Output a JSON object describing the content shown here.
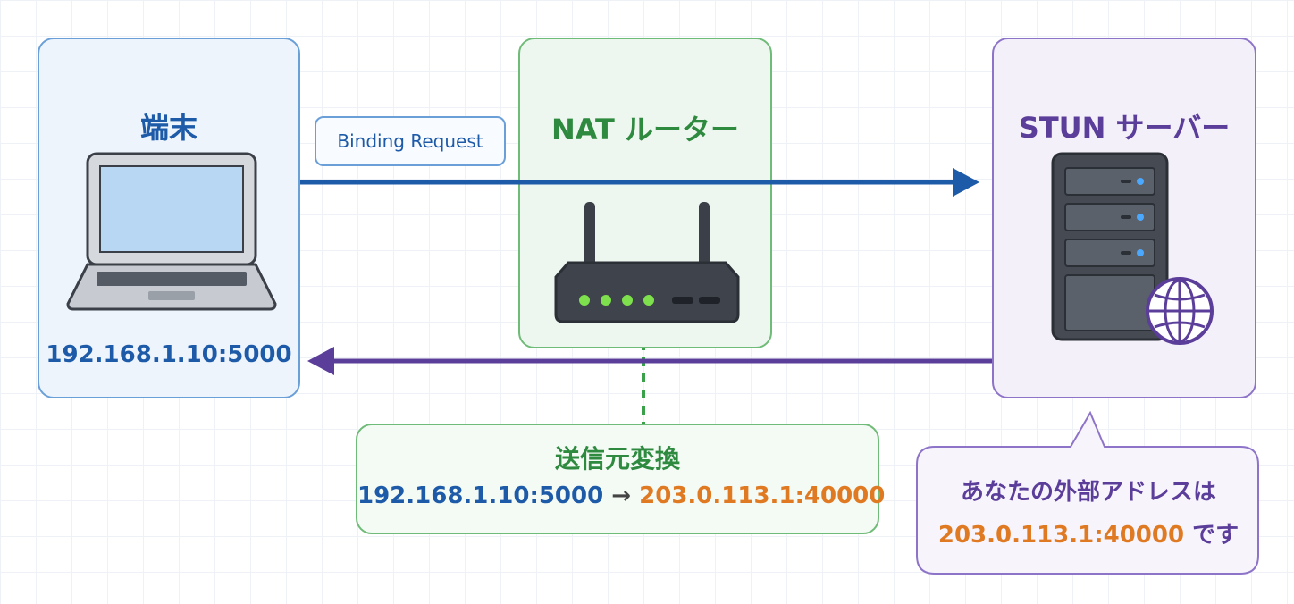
{
  "terminal": {
    "title": "端末",
    "address": "192.168.1.10:5000"
  },
  "nat": {
    "title": "NAT ルーター"
  },
  "stun": {
    "title": "STUN サーバー"
  },
  "request": {
    "label": "Binding Request"
  },
  "translation": {
    "title": "送信元変換",
    "from": "192.168.1.10:5000",
    "arrow": "→",
    "to": "203.0.113.1:40000"
  },
  "response": {
    "line1": "あなたの外部アドレスは",
    "address": "203.0.113.1:40000",
    "suffix": " です"
  },
  "colors": {
    "blue": "#1d5aa8",
    "green": "#2d8a3e",
    "purple": "#5b3d9a",
    "orange": "#e07a22"
  },
  "icons": {
    "terminal": "laptop-icon",
    "nat": "router-icon",
    "stun": "server-icon",
    "globe": "globe-icon"
  }
}
